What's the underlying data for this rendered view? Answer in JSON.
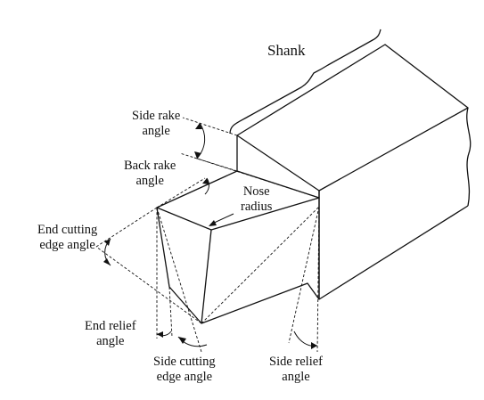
{
  "labels": {
    "shank": "Shank",
    "side_rake": [
      "Side rake",
      "angle"
    ],
    "back_rake": [
      "Back rake",
      "angle"
    ],
    "nose_radius": [
      "Nose",
      "radius"
    ],
    "end_cutting_edge": [
      "End cutting",
      "edge angle"
    ],
    "end_relief": [
      "End relief",
      "angle"
    ],
    "side_cutting_edge": [
      "Side cutting",
      "edge angle"
    ],
    "side_relief": [
      "Side relief",
      "angle"
    ]
  }
}
